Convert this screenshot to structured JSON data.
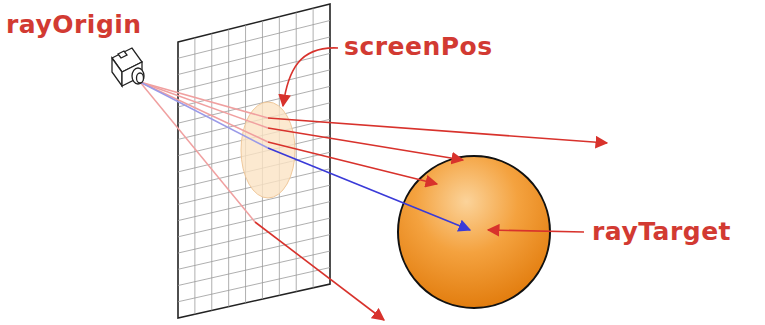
{
  "diagram": {
    "labels": [
      "rayOrigin",
      "screenPos",
      "rayTarget"
    ]
  }
}
